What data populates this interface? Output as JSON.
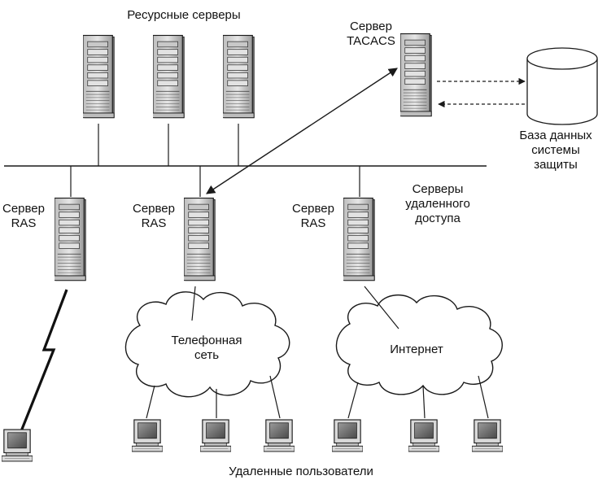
{
  "labels": {
    "resource_servers": "Ресурсные  серверы",
    "tacacs_server": "Сервер\nTACACS",
    "security_db": "База данных\nсистемы\nзащиты",
    "ras_server_1": "Сервер\nRAS",
    "ras_server_2": "Сервер\nRAS",
    "ras_server_3": "Сервер\nRAS",
    "remote_access_servers": "Серверы\nудаленного\nдоступа",
    "phone_network": "Телефонная\nсеть",
    "internet": "Интернет",
    "remote_users": "Удаленные пользователи"
  },
  "icons": {
    "server": "server-tower-icon",
    "database": "database-cylinder-icon",
    "cloud": "cloud-icon",
    "computer": "computer-terminal-icon",
    "lightning": "lightning-link-icon"
  },
  "colors": {
    "stroke": "#1a1a1a",
    "server_body": "#d4d4d4",
    "server_shadow": "#8a8a8a",
    "screen": "#6f6f6f",
    "background": "#ffffff"
  }
}
